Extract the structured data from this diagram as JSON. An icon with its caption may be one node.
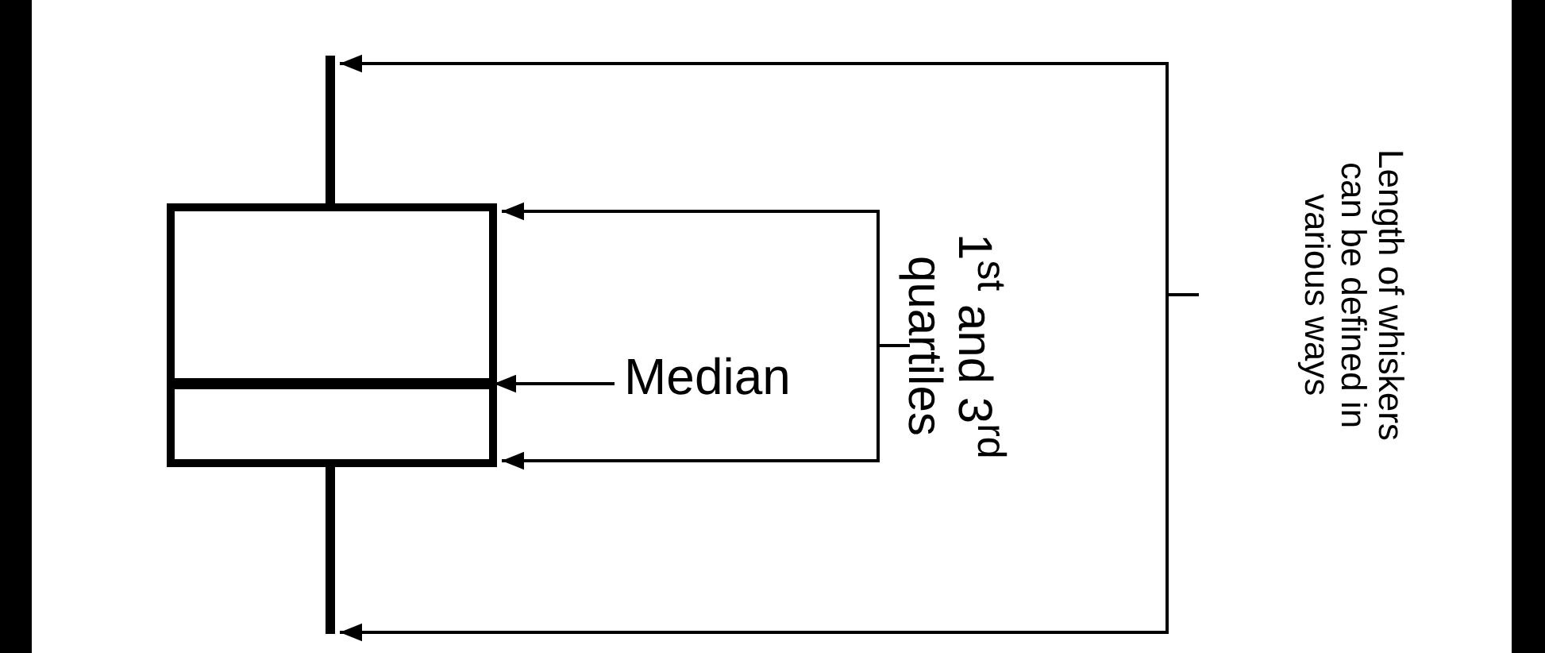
{
  "diagram": {
    "nodes": [
      {
        "text": [],
        "shape": "bar"
      },
      {
        "text": [],
        "shape": "box"
      },
      {
        "text": [],
        "shape": "bar",
        "in": 1
      },
      {
        "text": [],
        "shape": "bar"
      },
      {
        "text": [
          "Median"
        ]
      },
      {
        "text": [
          "1$^{st}$ and 3$^{rd}$ quartiles"
        ]
      },
      {
        "text": [
          "Length of whiskers can be defined in various ways"
        ]
      }
    ],
    "edges": [
      {
        "from": 4,
        "to": 2,
        "arrow": "to"
      },
      {
        "from": 5,
        "to": 1,
        "arrow": "to"
      },
      {
        "from": 5,
        "to": 1,
        "arrow": "to"
      },
      {
        "from": 6,
        "to": 0,
        "arrow": "to"
      },
      {
        "from": 6,
        "to": 3,
        "arrow": "to"
      }
    ]
  }
}
